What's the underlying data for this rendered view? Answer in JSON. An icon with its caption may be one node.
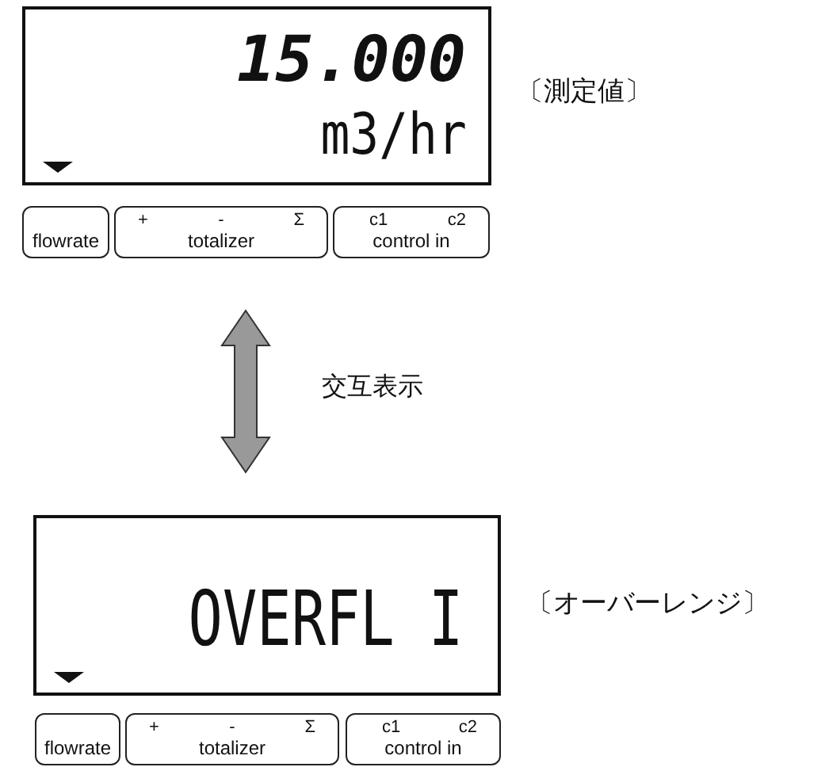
{
  "diagram": {
    "nodes": [
      {
        "text": [
          "15.000",
          "m3/hr"
        ],
        "beside": [
          "〔測定値〕"
        ]
      },
      {
        "text": [
          "flowrate"
        ]
      },
      {
        "text": [
          "+",
          "-",
          "Σ",
          "totalizer"
        ]
      },
      {
        "text": [
          "c1",
          "c2",
          "control in"
        ]
      },
      {
        "text": [
          "OVERFL I"
        ],
        "beside": [
          "〔オーバーレンジ〕"
        ]
      },
      {
        "text": [
          "flowrate"
        ]
      },
      {
        "text": [
          "+",
          "-",
          "Σ",
          "totalizer"
        ]
      },
      {
        "text": [
          "c1",
          "c2",
          "control in"
        ]
      }
    ],
    "edges": [
      {
        "from": 0,
        "to": 4,
        "arrow": "both",
        "label": "交互表示",
        "style": "thick",
        "color": "#999999"
      }
    ]
  }
}
